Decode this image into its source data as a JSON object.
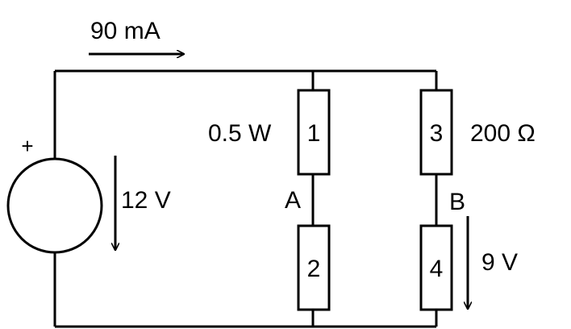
{
  "source": {
    "plus_sign": "+",
    "voltage_label": "12 V"
  },
  "current": {
    "label": "90 mA"
  },
  "resistors": [
    {
      "number": "1",
      "annotation": "0.5 W"
    },
    {
      "number": "2",
      "annotation": ""
    },
    {
      "number": "3",
      "annotation": "200 Ω"
    },
    {
      "number": "4",
      "annotation": "9 V"
    }
  ],
  "nodes": {
    "a": "A",
    "b": "B"
  }
}
